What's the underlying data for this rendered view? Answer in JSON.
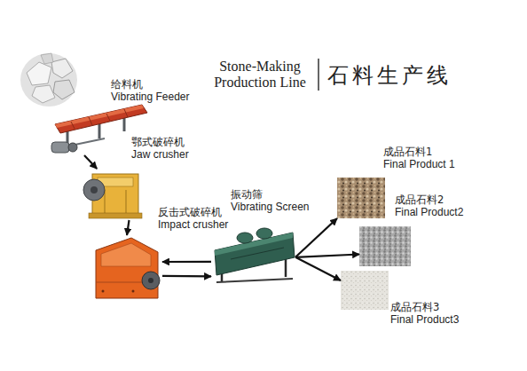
{
  "diagram": {
    "title": "Stone-Making Production Line",
    "nodes": [
      {
        "text": [
          "给料机",
          "Vibrating Feeder"
        ]
      },
      {
        "text": [
          "鄂式破碎机",
          "Jaw crusher"
        ]
      },
      {
        "text": [
          "反击式破碎机",
          "Impact crusher"
        ]
      },
      {
        "text": [
          "振动筛",
          "Vibrating Screen"
        ]
      },
      {
        "text": [
          "成品石料1",
          "Final Product 1"
        ]
      },
      {
        "text": [
          "成品石料2",
          "Final Product2"
        ]
      },
      {
        "text": [
          "成品石料3",
          "Final Product3"
        ]
      }
    ],
    "edges": [
      {
        "from": 0,
        "to": 1,
        "arrow": "to"
      },
      {
        "from": 1,
        "to": 2,
        "arrow": "to"
      },
      {
        "from": 2,
        "to": 3,
        "arrow": "to"
      },
      {
        "from": 3,
        "to": 2,
        "arrow": "to"
      },
      {
        "from": 3,
        "to": 4,
        "arrow": "to"
      },
      {
        "from": 3,
        "to": 5,
        "arrow": "to"
      },
      {
        "from": 3,
        "to": 6,
        "arrow": "to"
      }
    ],
    "labels": [
      "石料生产线"
    ]
  }
}
